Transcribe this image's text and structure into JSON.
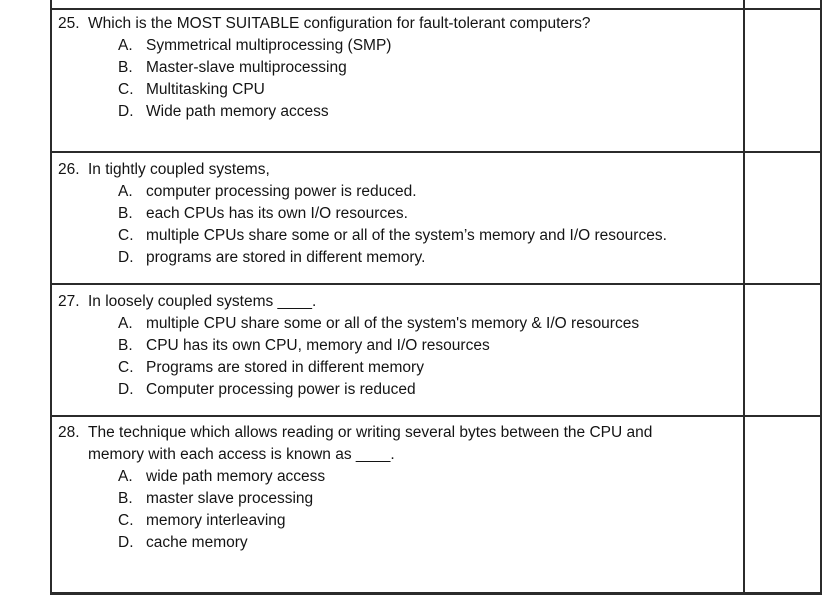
{
  "colors": {
    "background": "#ffffff",
    "border": "#2b2b2b",
    "text": "#141414"
  },
  "questions": [
    {
      "number": "25.",
      "text": "Which is the MOST SUITABLE configuration for fault-tolerant computers?",
      "options": [
        {
          "letter": "A.",
          "text": "Symmetrical multiprocessing (SMP)"
        },
        {
          "letter": "B.",
          "text": "Master-slave multiprocessing"
        },
        {
          "letter": "C.",
          "text": "Multitasking CPU"
        },
        {
          "letter": "D.",
          "text": "Wide path memory access"
        }
      ]
    },
    {
      "number": "26.",
      "text": "In tightly coupled systems,",
      "options": [
        {
          "letter": "A.",
          "text": "computer processing power is reduced."
        },
        {
          "letter": "B.",
          "text": "each CPUs has its own I/O resources."
        },
        {
          "letter": "C.",
          "text": "multiple CPUs share some or all of the system’s memory and I/O resources."
        },
        {
          "letter": "D.",
          "text": "programs are stored in different memory."
        }
      ]
    },
    {
      "number": "27.",
      "text": "In loosely coupled systems ____.",
      "options": [
        {
          "letter": "A.",
          "text": "multiple CPU share some or all of the system's memory & I/O resources"
        },
        {
          "letter": "B.",
          "text": "CPU has its own CPU, memory and I/O resources"
        },
        {
          "letter": "C.",
          "text": "Programs are stored in different memory"
        },
        {
          "letter": "D.",
          "text": "Computer processing power is reduced"
        }
      ]
    },
    {
      "number": "28.",
      "text": "The technique which allows reading or writing several bytes between the CPU and memory with each access is known as ____.",
      "options": [
        {
          "letter": "A.",
          "text": "wide path memory access"
        },
        {
          "letter": "B.",
          "text": "master slave processing"
        },
        {
          "letter": "C.",
          "text": "memory interleaving"
        },
        {
          "letter": "D.",
          "text": "cache memory"
        }
      ]
    }
  ]
}
